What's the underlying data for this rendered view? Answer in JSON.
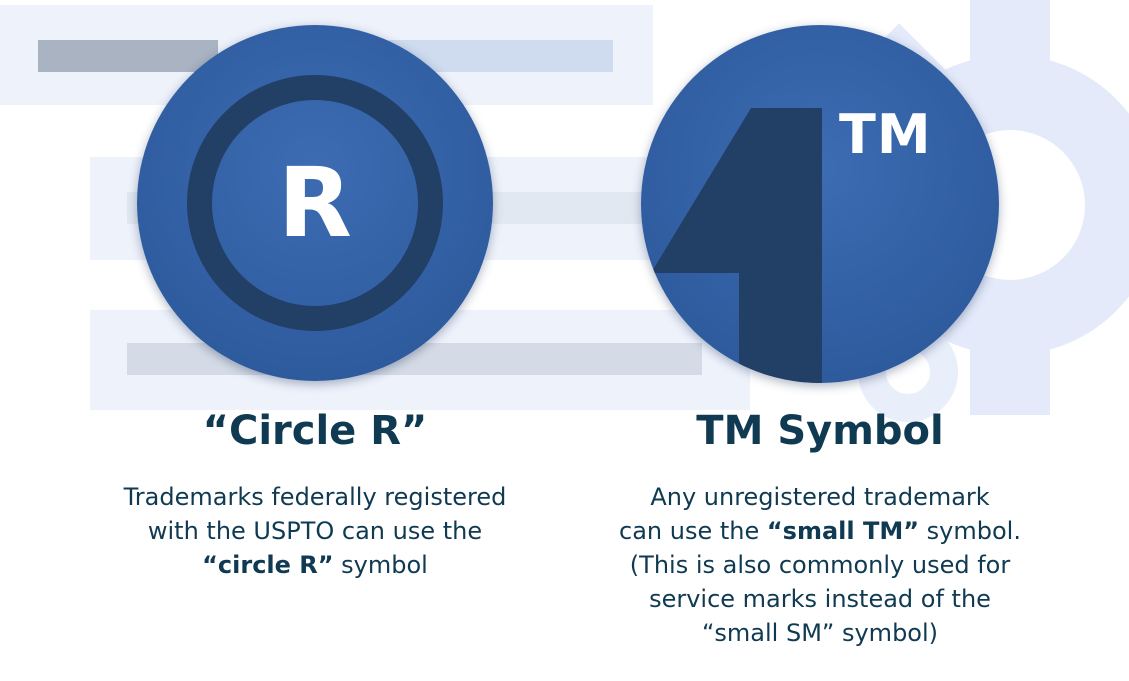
{
  "colors": {
    "circle_blue": "#2f5c9f",
    "dark_navy": "#223f66",
    "heading_text": "#0f3a52",
    "background_panel": "#eef2fb"
  },
  "icons": {
    "left": "circle-r-icon",
    "right": "tm-symbol-icon",
    "background": "gear-icon"
  },
  "left": {
    "symbol_letter": "R",
    "title": "“Circle R”",
    "description": {
      "line1": "Trademarks federally registered",
      "line2": "with the USPTO can use the",
      "line3_bold": "“circle R”",
      "line3_rest": " symbol"
    }
  },
  "right": {
    "symbol_letters": "TM",
    "title": "TM Symbol",
    "description": {
      "line1": "Any unregistered trademark",
      "line2_pre": "can use the ",
      "line2_bold": "“small TM”",
      "line2_post": " symbol.",
      "line3": "(This is also commonly used for",
      "line4": "service marks instead of the",
      "line5": "“small SM” symbol)"
    }
  }
}
